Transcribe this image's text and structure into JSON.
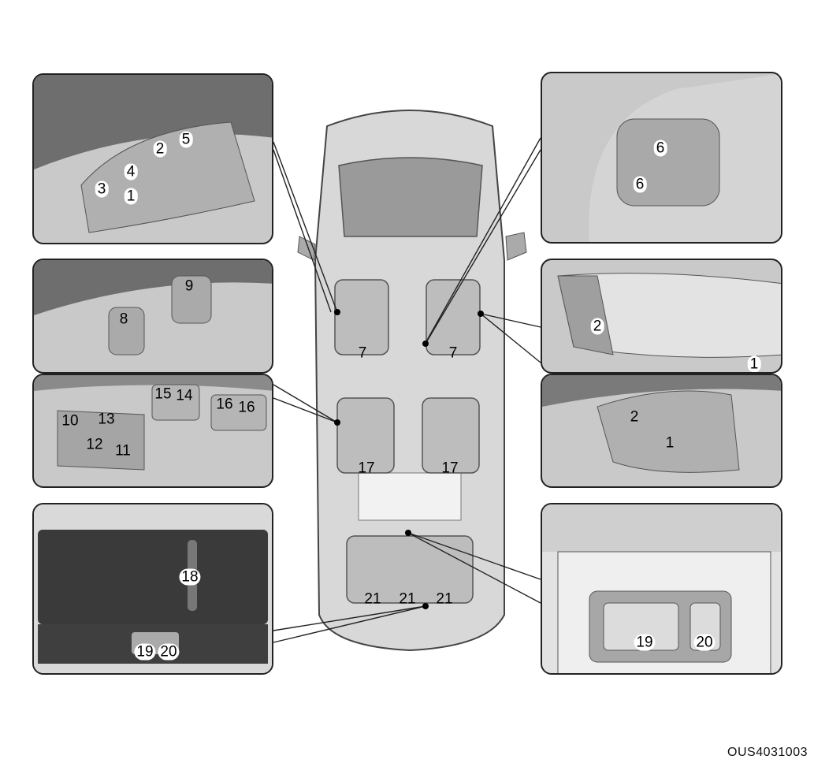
{
  "figure_code": "OUS4031003",
  "panels": {
    "driver_seat_side": {
      "labels": [
        "1",
        "2",
        "3",
        "4",
        "5"
      ]
    },
    "seatback_switches": {
      "labels": [
        "6",
        "6"
      ]
    },
    "seat_side_lower": {
      "labels": [
        "8",
        "9"
      ]
    },
    "passenger_seat_side_top": {
      "labels": [
        "2",
        "1"
      ]
    },
    "passenger_seat_side_bottom": {
      "labels": [
        "2",
        "1"
      ]
    },
    "second_row_side": {
      "labels": [
        "10",
        "11",
        "12",
        "13",
        "15",
        "14",
        "16",
        "16"
      ]
    },
    "third_row_back": {
      "labels": [
        "18",
        "19",
        "20"
      ]
    },
    "third_row_back_switch": {
      "labels": [
        "19",
        "20"
      ]
    }
  },
  "car": {
    "labels": [
      "7",
      "7",
      "17",
      "17",
      "21",
      "21",
      "21"
    ]
  },
  "colors": {
    "panel_bg": "#c9c9c9",
    "dark": "#555555",
    "line": "#222222"
  }
}
